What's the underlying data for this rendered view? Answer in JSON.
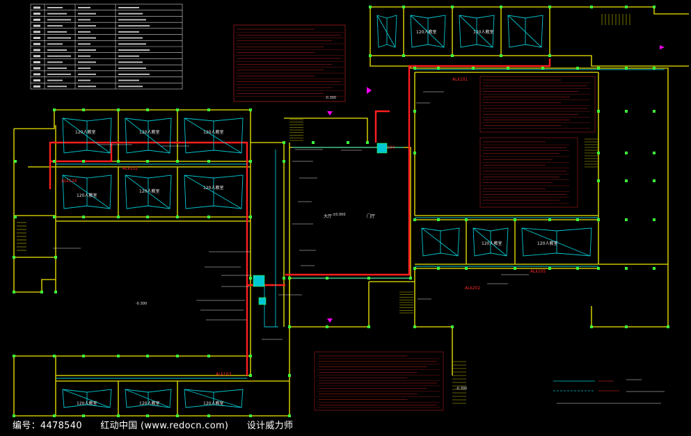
{
  "colors": {
    "background": "#000000",
    "wall": "#c9c200",
    "column": "#3cff3c",
    "conduit": "#00c8d2",
    "trunk": "#ff1e1e",
    "note": "#ff2a2a",
    "annotation": "#e8e8e8",
    "marker": "#ff00ff"
  },
  "rooms": {
    "classroom_120": "120人教室",
    "top_left_1": "120人教室",
    "top_left_2": "120人教室",
    "top_left_3": "120人教室",
    "mid_left_1": "120人教室",
    "mid_left_2": "120人教室",
    "mid_left_3": "120人教室",
    "top_right_1": "120人教室",
    "top_right_2": "120人教室",
    "mid_right_1": "120人教室",
    "mid_right_2": "120人教室",
    "bottom_1": "120人教室",
    "bottom_2": "120人教室",
    "bottom_3": "120人教室",
    "hall": "大厅",
    "lobby": "门厅"
  },
  "panels": {
    "alq": "ALk102",
    "al124": "ALk124",
    "al101": "ALk101",
    "al103": "ALk103",
    "al104": "ALk104",
    "al105": "ALk105",
    "al202": "ALk202"
  },
  "elevations": {
    "e1": "±0.000",
    "e2": "-0.300",
    "e3": "-0.300",
    "e4": "-0.300"
  },
  "legend_rows": 14,
  "footer": {
    "id": "编号：4478540",
    "site": "红动中国 (www.redocn.com)",
    "tagline": "设计威力师"
  }
}
